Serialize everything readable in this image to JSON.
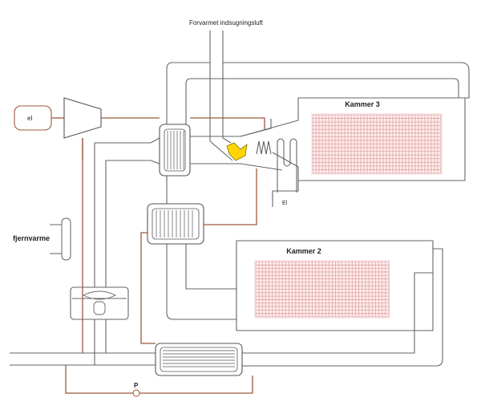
{
  "title": "Forvarmet indsugningsluft",
  "labels": {
    "el_compressor": "el",
    "district_heating": "fjernvarme",
    "electric_heater": "El",
    "pump": "P"
  },
  "chambers": [
    {
      "name": "Kammer 3"
    },
    {
      "name": "Kammer 2"
    }
  ],
  "colors": {
    "duct": "#666666",
    "pipe": "#9a5a3a",
    "product_grid": "#e7a3a3",
    "burner": "#ffd400"
  }
}
